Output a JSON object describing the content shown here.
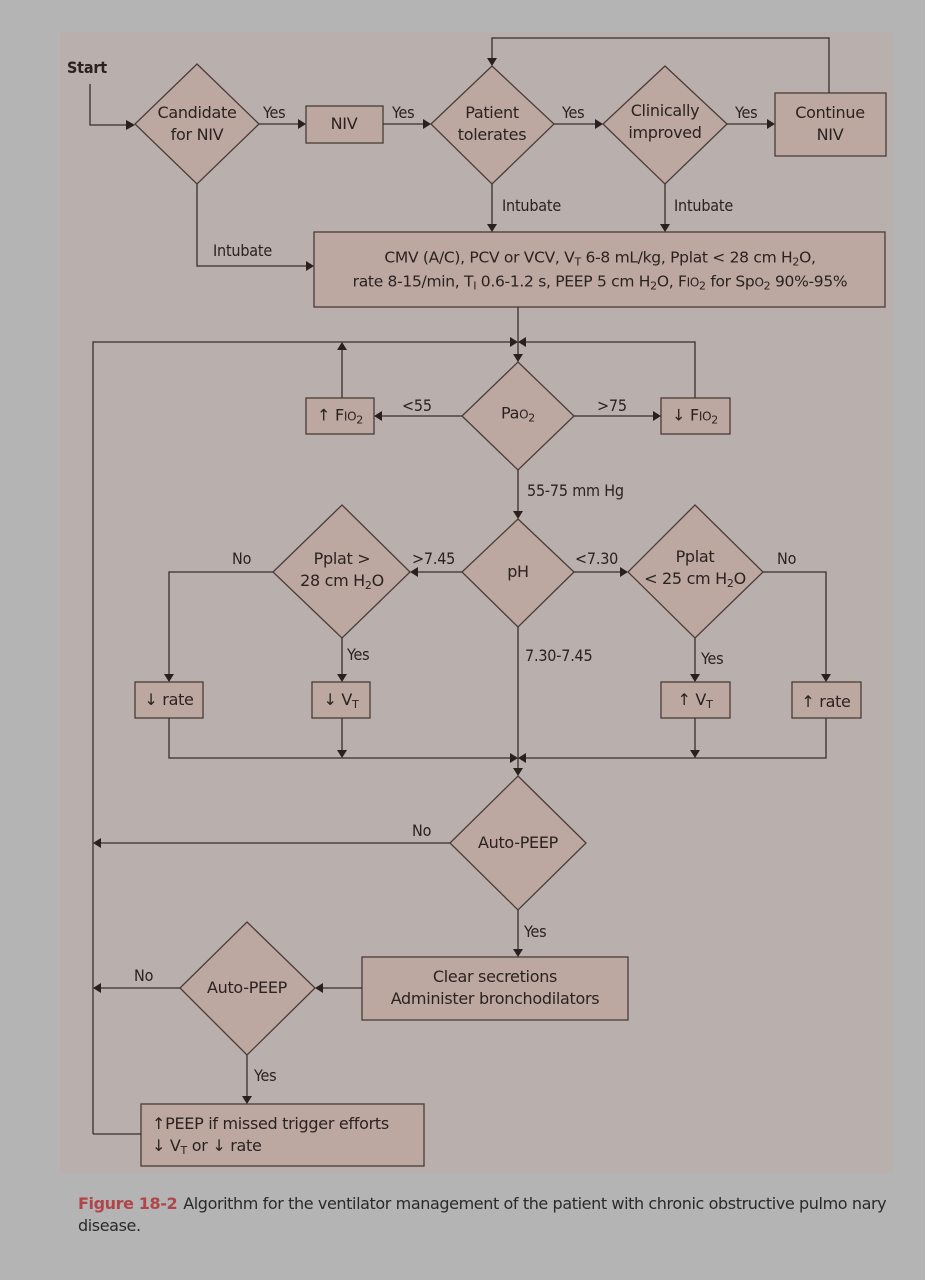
{
  "diagram": {
    "start_label": "Start",
    "nodes": {
      "candidate": {
        "type": "decision",
        "line1": "Candidate",
        "line2": "for NIV"
      },
      "niv": {
        "type": "process",
        "text": "NIV"
      },
      "tolerates": {
        "type": "decision",
        "line1": "Patient",
        "line2": "tolerates"
      },
      "improved": {
        "type": "decision",
        "line1": "Clinically",
        "line2": "improved"
      },
      "continue_niv": {
        "type": "process",
        "line1": "Continue",
        "line2": "NIV"
      },
      "cmv": {
        "type": "process",
        "line1_a": "CMV (A/C), PCV or VCV, V",
        "line1_sub": "T",
        "line1_b": " 6-8 mL/kg, Pplat < 28 cm H",
        "line1_sub2": "2",
        "line1_c": "O,",
        "line2_a": "rate 8-15/min, T",
        "line2_sub": "I",
        "line2_b": " 0.6-1.2 s, PEEP 5 cm H",
        "line2_sub2": "2",
        "line2_c": "O, F",
        "line2_sc": "IO",
        "line2_sub3": "2",
        "line2_d": " for Sp",
        "line2_sc2": "O",
        "line2_sub4": "2",
        "line2_e": " 90%-95%"
      },
      "pao2": {
        "type": "decision",
        "text": "Pa",
        "sc": "O",
        "sub": "2"
      },
      "inc_fio2": {
        "type": "process",
        "arrow": "↑",
        "text": " F",
        "sc": "IO",
        "sub": "2"
      },
      "dec_fio2": {
        "type": "process",
        "arrow": "↓",
        "text": " F",
        "sc": "IO",
        "sub": "2"
      },
      "ph": {
        "type": "decision",
        "text": "pH"
      },
      "pplat_high": {
        "type": "decision",
        "line1": "Pplat >",
        "line2_a": "28 cm H",
        "line2_sub": "2",
        "line2_b": "O"
      },
      "pplat_low": {
        "type": "decision",
        "line1": "Pplat",
        "line2_a": "< 25 cm H",
        "line2_sub": "2",
        "line2_b": "O"
      },
      "dec_rate": {
        "type": "process",
        "arrow": "↓",
        "text": " rate"
      },
      "dec_vt": {
        "type": "process",
        "arrow": "↓",
        "text": " V",
        "sub": "T"
      },
      "inc_vt": {
        "type": "process",
        "arrow": "↑",
        "text": " V",
        "sub": "T"
      },
      "inc_rate": {
        "type": "process",
        "arrow": "↑",
        "text": " rate"
      },
      "autopeep1": {
        "type": "decision",
        "text": "Auto-PEEP"
      },
      "clear": {
        "type": "process",
        "line1": "Clear secretions",
        "line2": "Administer bronchodilators"
      },
      "autopeep2": {
        "type": "decision",
        "text": "Auto-PEEP"
      },
      "final": {
        "type": "process",
        "line1_arrow": "↑",
        "line1": "PEEP if missed trigger efforts",
        "line2_arrow": "↓",
        "line2_a": " V",
        "line2_sub": "T",
        "line2_b": " or ",
        "line2_arrow2": "↓",
        "line2_c": " rate"
      }
    },
    "edge_labels": {
      "candidate_yes": "Yes",
      "niv_yes": "Yes",
      "tolerates_yes": "Yes",
      "improved_yes": "Yes",
      "candidate_intubate": "Intubate",
      "tolerates_intubate": "Intubate",
      "improved_intubate": "Intubate",
      "pao2_low": "<55",
      "pao2_high": ">75",
      "pao2_normal": "55-75 mm Hg",
      "ph_high": ">7.45",
      "ph_low": "<7.30",
      "ph_normal": "7.30-7.45",
      "pplat_high_no": "No",
      "pplat_high_yes": "Yes",
      "pplat_low_no": "No",
      "pplat_low_yes": "Yes",
      "autopeep1_no": "No",
      "autopeep1_yes": "Yes",
      "autopeep2_no": "No",
      "autopeep2_yes": "Yes"
    }
  },
  "caption": {
    "figure_label": "Figure 18-2",
    "text": "Algorithm for the ventilator management of the patient with chronic obstructive pulmo nary disease."
  },
  "colors": {
    "page_background": "#b4b4b4",
    "panel_background": "#b9afac",
    "node_fill": "#bca8a1",
    "stroke": "#3a2e2b",
    "figure_label": "#b0454a"
  }
}
